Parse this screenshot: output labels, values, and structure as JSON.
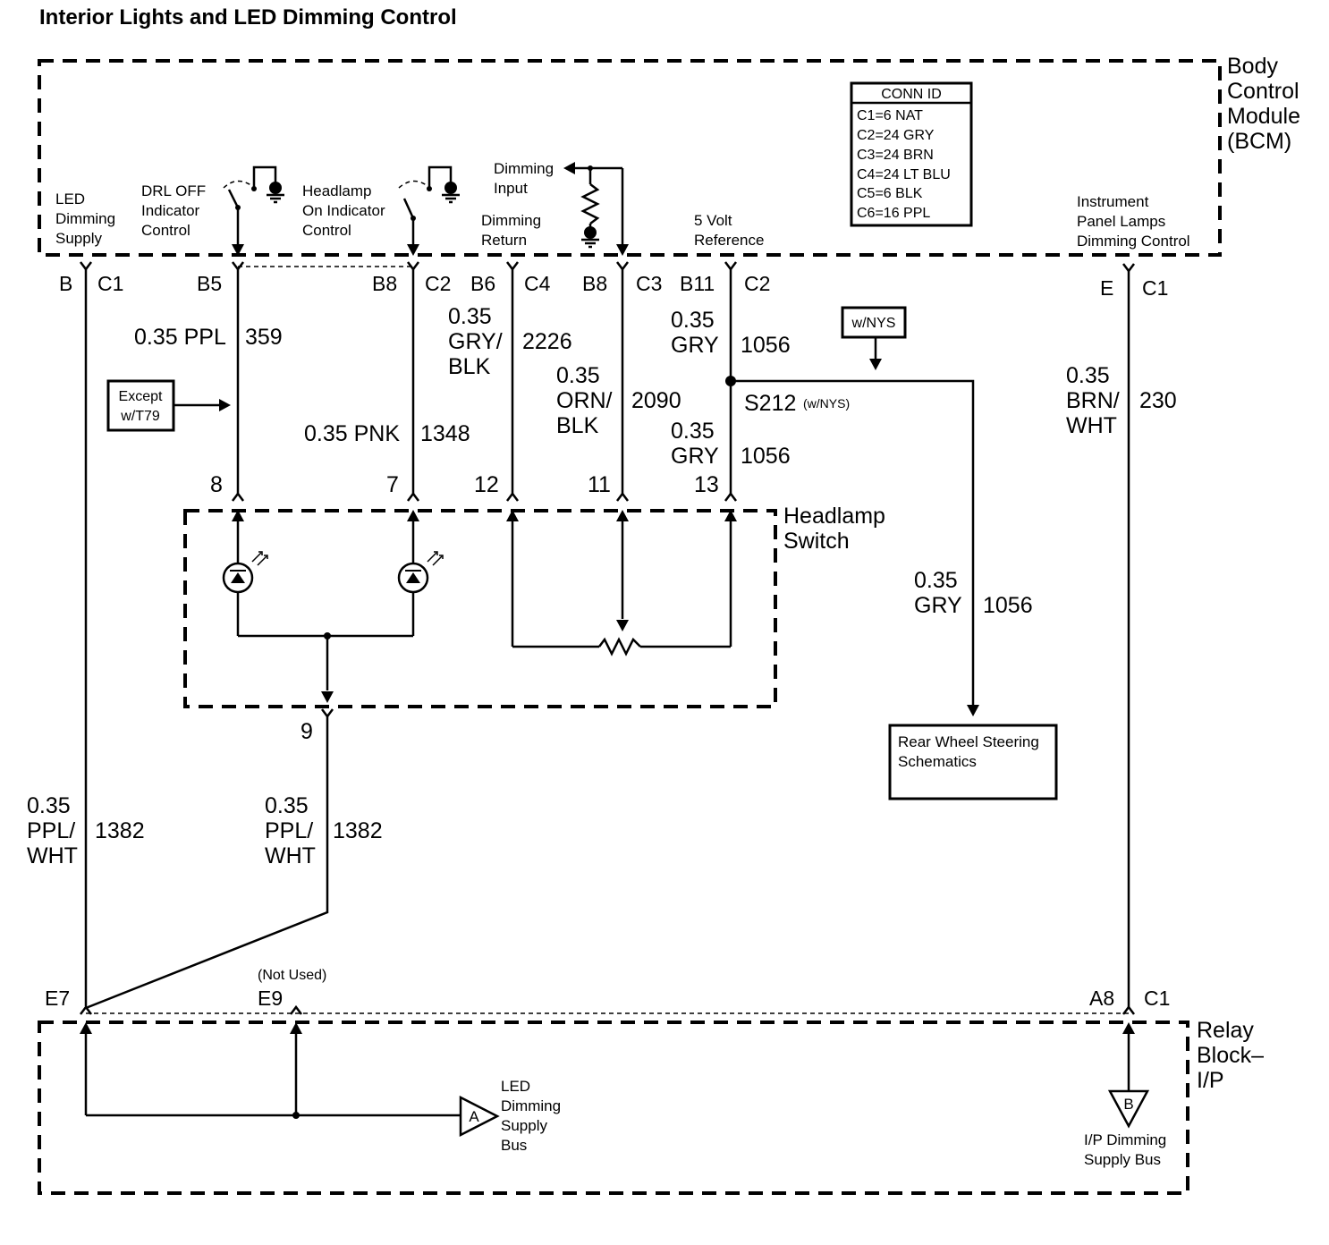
{
  "title": "Interior Lights and LED Dimming Control",
  "bcm": {
    "name_lines": [
      "Body",
      "Control",
      "Module",
      "(BCM)"
    ],
    "conn_id": {
      "header": "CONN ID",
      "rows": [
        "C1=6 NAT",
        "C2=24 GRY",
        "C3=24 BRN",
        "C4=24 LT BLU",
        "C5=6 BLK",
        "C6=16 PPL"
      ]
    },
    "circuit_labels": {
      "led_supply": [
        "LED",
        "Dimming",
        "Supply"
      ],
      "drl_off": [
        "DRL OFF",
        "Indicator",
        "Control"
      ],
      "headlamp_on": [
        "Headlamp",
        "On Indicator",
        "Control"
      ],
      "dimming_input": [
        "Dimming",
        "Input"
      ],
      "dimming_return": [
        "Dimming",
        "Return"
      ],
      "five_volt": [
        "5 Volt",
        "Reference"
      ],
      "ip_lamps": [
        "Instrument",
        "Panel Lamps",
        "Dimming Control"
      ]
    },
    "pins": [
      {
        "pin": "B",
        "conn": "C1"
      },
      {
        "pin": "B5",
        "conn": ""
      },
      {
        "pin": "B8",
        "conn": "C2"
      },
      {
        "pin": "B6",
        "conn": "C4"
      },
      {
        "pin": "B8",
        "conn": "C3"
      },
      {
        "pin": "B11",
        "conn": "C2"
      },
      {
        "pin": "E",
        "conn": "C1"
      }
    ]
  },
  "wires": {
    "w359": {
      "gauge": "0.35 PPL",
      "circuit": "359"
    },
    "w1348": {
      "gauge": "0.35 PNK",
      "circuit": "1348"
    },
    "w2226": {
      "gauge_lines": [
        "0.35",
        "GRY/",
        "BLK"
      ],
      "circuit": "2226"
    },
    "w2090": {
      "gauge_lines": [
        "0.35",
        "ORN/",
        "BLK"
      ],
      "circuit": "2090"
    },
    "w1056_top": {
      "gauge_lines": [
        "0.35",
        "GRY"
      ],
      "circuit": "1056"
    },
    "w1056_mid": {
      "gauge_lines": [
        "0.35",
        "GRY"
      ],
      "circuit": "1056"
    },
    "w1056_right": {
      "gauge_lines": [
        "0.35",
        "GRY"
      ],
      "circuit": "1056"
    },
    "w230": {
      "gauge_lines": [
        "0.35",
        "BRN/",
        "WHT"
      ],
      "circuit": "230"
    },
    "w1382_left": {
      "gauge_lines": [
        "0.35",
        "PPL/",
        "WHT"
      ],
      "circuit": "1382"
    },
    "w1382_mid": {
      "gauge_lines": [
        "0.35",
        "PPL/",
        "WHT"
      ],
      "circuit": "1382"
    }
  },
  "except_box": [
    "Except",
    "w/T79"
  ],
  "nys_box": "w/NYS",
  "splice": {
    "name": "S212",
    "note": "(w/NYS)"
  },
  "headlamp_switch": {
    "name_lines": [
      "Headlamp",
      "Switch"
    ],
    "pins": [
      "8",
      "7",
      "12",
      "11",
      "13"
    ],
    "bottom_pin": "9"
  },
  "rear_wheel_box": [
    "Rear Wheel Steering",
    "Schematics"
  ],
  "relay_block": {
    "name_lines": [
      "Relay",
      "Block–",
      "I/P"
    ],
    "pins": {
      "e7": "E7",
      "e9": "E9",
      "not_used": "(Not Used)",
      "a8": "A8",
      "c1": "C1"
    },
    "led_bus": {
      "marker": "A",
      "lines": [
        "LED",
        "Dimming",
        "Supply",
        "Bus"
      ]
    },
    "ip_bus": {
      "marker": "B",
      "lines": [
        "I/P Dimming",
        "Supply Bus"
      ]
    }
  }
}
